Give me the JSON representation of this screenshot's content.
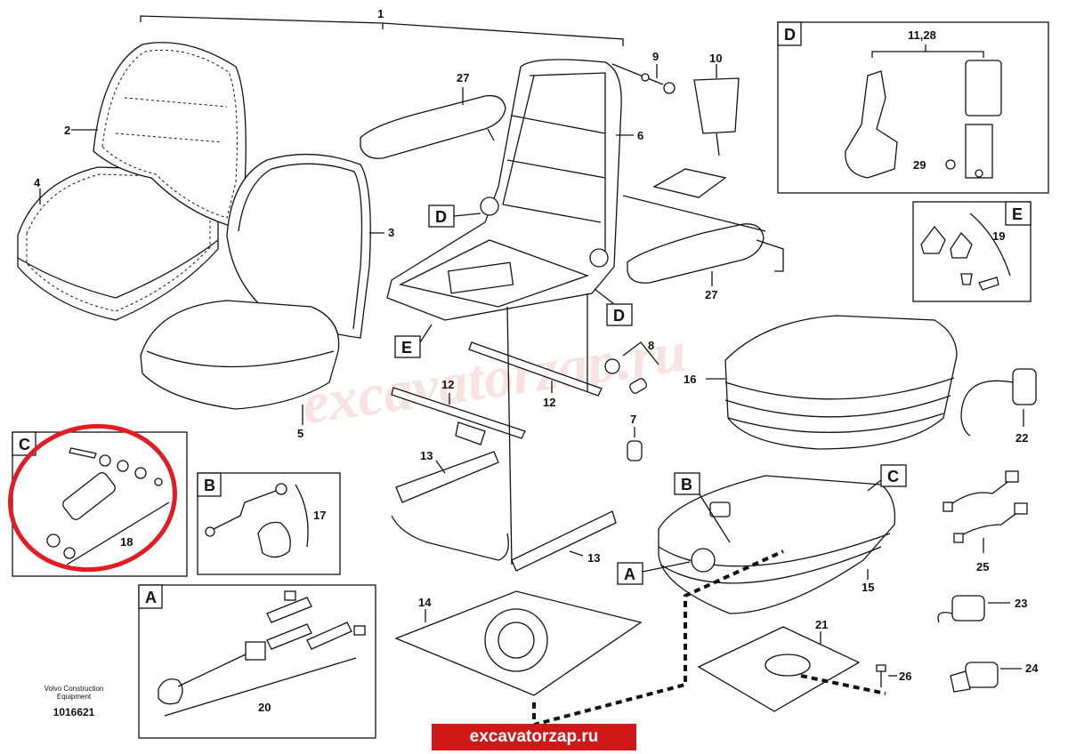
{
  "watermark": "excavatorzap.ru",
  "footer_link": "excavatorzap.ru",
  "brand": {
    "line1": "Volvo Construction",
    "line2": "Equipment",
    "code": "1016621"
  },
  "callouts": {
    "n1": "1",
    "n2": "2",
    "n3": "3",
    "n4": "4",
    "n5": "5",
    "n6": "6",
    "n7": "7",
    "n8": "8",
    "n9": "9",
    "n10": "10",
    "n12a": "12",
    "n12b": "12",
    "n13a": "13",
    "n13b": "13",
    "n14": "14",
    "n15": "15",
    "n16": "16",
    "n17": "17",
    "n18": "18",
    "n19": "19",
    "n20": "20",
    "n21": "21",
    "n22": "22",
    "n23": "23",
    "n24": "24",
    "n25": "25",
    "n26": "26",
    "n27a": "27",
    "n27b": "27",
    "n29": "29",
    "n1128": "11,28"
  },
  "detail_labels": {
    "d_main_1": "D",
    "d_main_2": "D",
    "e_main": "E",
    "b_main": "B",
    "c_main": "C",
    "a_main": "A",
    "panel_d": "D",
    "panel_e": "E",
    "panel_c": "C",
    "panel_b": "B",
    "panel_a": "A"
  },
  "colors": {
    "highlight_ring": "#e31b23",
    "footer_bg": "#d01818",
    "watermark": "#f1c9c9"
  }
}
